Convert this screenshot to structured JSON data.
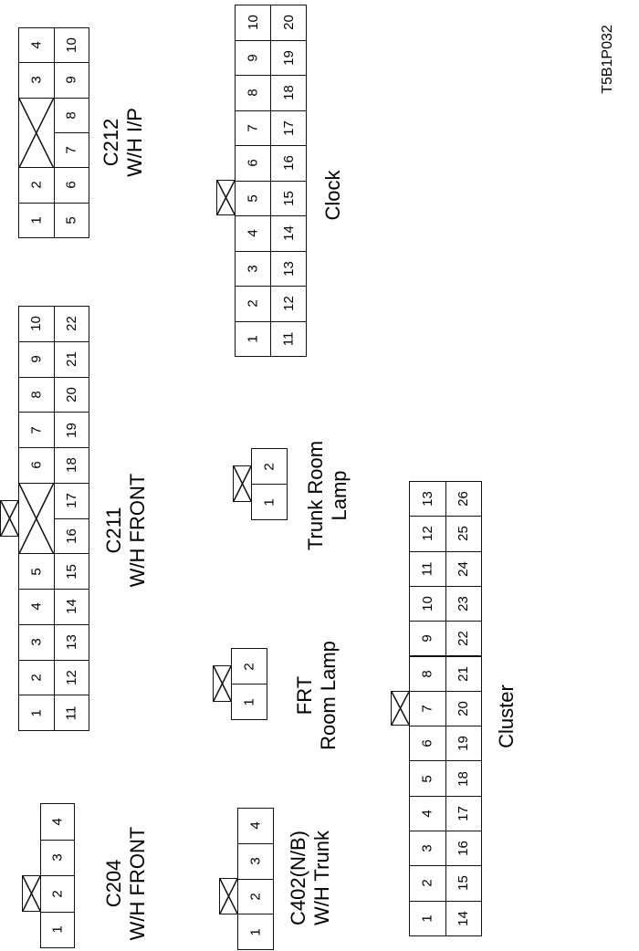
{
  "figure_code": "T5B1P032",
  "connectors": [
    {
      "id": "c212",
      "name": "C212",
      "description": "W/H I/P",
      "inner_row": [
        "4",
        "3",
        "X",
        "X",
        "2",
        "1"
      ],
      "outer_row": [
        "10",
        "9",
        "8",
        "7",
        "6",
        "5"
      ],
      "latch": false
    },
    {
      "id": "c211",
      "name": "C211",
      "description": "W/H FRONT",
      "inner_row": [
        "10",
        "9",
        "8",
        "7",
        "6",
        "X",
        "X",
        "5",
        "4",
        "3",
        "2",
        "1"
      ],
      "outer_row": [
        "22",
        "21",
        "20",
        "19",
        "18",
        "17",
        "16",
        "15",
        "14",
        "13",
        "12",
        "11"
      ],
      "latch": true
    },
    {
      "id": "c204",
      "name": "C204",
      "description": "W/H FRONT",
      "inner_row": [
        "4",
        "3",
        "2",
        "1"
      ],
      "outer_row": [],
      "latch": true
    },
    {
      "id": "clock",
      "name": "",
      "description": "Clock",
      "inner_row": [
        "10",
        "9",
        "8",
        "7",
        "6",
        "5",
        "4",
        "3",
        "2",
        "1"
      ],
      "outer_row": [
        "20",
        "19",
        "18",
        "17",
        "16",
        "15",
        "14",
        "13",
        "12",
        "11"
      ],
      "latch": true
    },
    {
      "id": "trunk-room-lamp",
      "name": "Trunk Room",
      "description": "Lamp",
      "inner_row": [
        "2",
        "1"
      ],
      "outer_row": [],
      "latch": true
    },
    {
      "id": "frt-room-lamp",
      "name": "FRT",
      "description": "Room Lamp",
      "inner_row": [
        "2",
        "1"
      ],
      "outer_row": [],
      "latch": true
    },
    {
      "id": "c402",
      "name": "C402(N/B)",
      "description": "W/H Trunk",
      "inner_row": [
        "4",
        "3",
        "2",
        "1"
      ],
      "outer_row": [],
      "latch": true
    },
    {
      "id": "cluster",
      "name": "",
      "description": "Cluster",
      "inner_row": [
        "13",
        "12",
        "11",
        "10",
        "9",
        "8",
        "7",
        "6",
        "5",
        "4",
        "3",
        "2",
        "1"
      ],
      "outer_row": [
        "26",
        "25",
        "24",
        "23",
        "22",
        "21",
        "20",
        "19",
        "18",
        "17",
        "16",
        "15",
        "14"
      ],
      "latch": true
    }
  ]
}
